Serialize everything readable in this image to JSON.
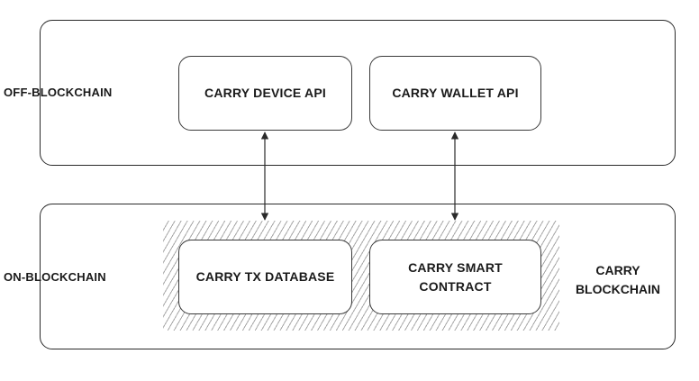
{
  "layers": {
    "off_blockchain": "OFF-BLOCKCHAIN",
    "on_blockchain": "ON-BLOCKCHAIN",
    "blockchain_label": "CARRY\nBLOCKCHAIN"
  },
  "nodes": {
    "device_api": "CARRY DEVICE API",
    "wallet_api": "CARRY WALLET API",
    "tx_database": "CARRY TX DATABASE",
    "smart_contract": "CARRY SMART\nCONTRACT"
  },
  "edges": [
    {
      "from": "device_api",
      "to": "tx_database",
      "direction": "bidirectional"
    },
    {
      "from": "wallet_api",
      "to": "smart_contract",
      "direction": "bidirectional"
    }
  ],
  "colors": {
    "stroke": "#2a2a2a",
    "hatch": "#9a9a9a",
    "background": "#ffffff"
  }
}
